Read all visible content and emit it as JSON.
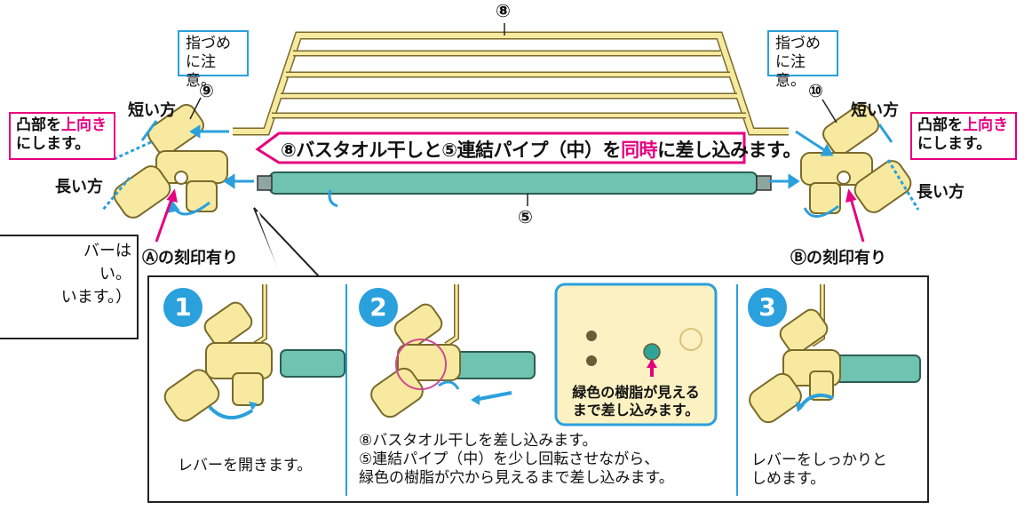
{
  "labels": {
    "num8_top": "⑧",
    "num9": "⑨",
    "num10": "⑩",
    "num5": "⑤",
    "pinch_left_1": "指づめ",
    "pinch_left_2": "に注意。",
    "pinch_right_1": "指づめ",
    "pinch_right_2": "に注意。",
    "short_left": "短い方",
    "short_right": "短い方",
    "long_left": "長い方",
    "long_right": "長い方",
    "bump_left_a": "凸部を",
    "bump_left_b": "上向き",
    "bump_left_c": "にします。",
    "bump_right_a": "凸部を",
    "bump_right_b": "上向き",
    "bump_right_c": "にします。",
    "banner_a": "⑧バスタオル干しと⑤連結パイプ（中）を",
    "banner_b": "同時",
    "banner_c": "に差し込みます。",
    "mark_a": "Ⓐの刻印有り",
    "mark_b": "Ⓑの刻印有り"
  },
  "note": {
    "line1": "バーは",
    "line2": "い。",
    "line3": "います。）"
  },
  "steps": {
    "s1_num": "1",
    "s2_num": "2",
    "s3_num": "3",
    "s1_text": "レバーを開きます。",
    "s2_line1": "⑧バスタオル干しを差し込みます。",
    "s2_line2": "⑤連結パイプ（中）を少し回転させながら、",
    "s2_line3": "緑色の樹脂が穴から見えるまで差し込みます。",
    "zoom_line1": "緑色の樹脂が見える",
    "zoom_line2": "まで差し込みます。",
    "s3_line1": "レバーをしっかりと",
    "s3_line2": "しめます。"
  },
  "colors": {
    "accent_blue": "#2aa0dc",
    "accent_pink": "#e5007f",
    "part_yellow": "#f7eaa0",
    "pipe_teal": "#6fc3b1"
  }
}
